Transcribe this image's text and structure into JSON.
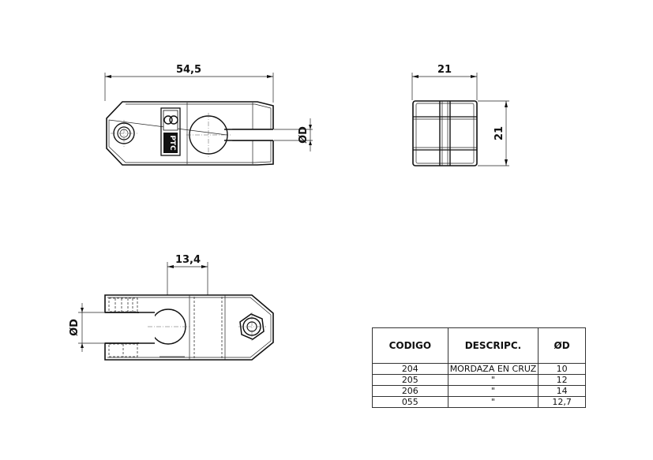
{
  "dimensions": {
    "top_width": "54,5",
    "top_diameter": "ØD",
    "side_width": "21",
    "side_height": "21",
    "front_offset": "13,4",
    "front_diameter": "ØD"
  },
  "logo_text": "PTC",
  "table": {
    "headers": [
      "CODIGO",
      "DESCRIPC.",
      "ØD"
    ],
    "rows": [
      [
        "204",
        "MORDAZA EN CRUZ",
        "10"
      ],
      [
        "205",
        "\"",
        "12"
      ],
      [
        "206",
        "\"",
        "14"
      ],
      [
        "055",
        "\"",
        "12,7"
      ]
    ]
  }
}
